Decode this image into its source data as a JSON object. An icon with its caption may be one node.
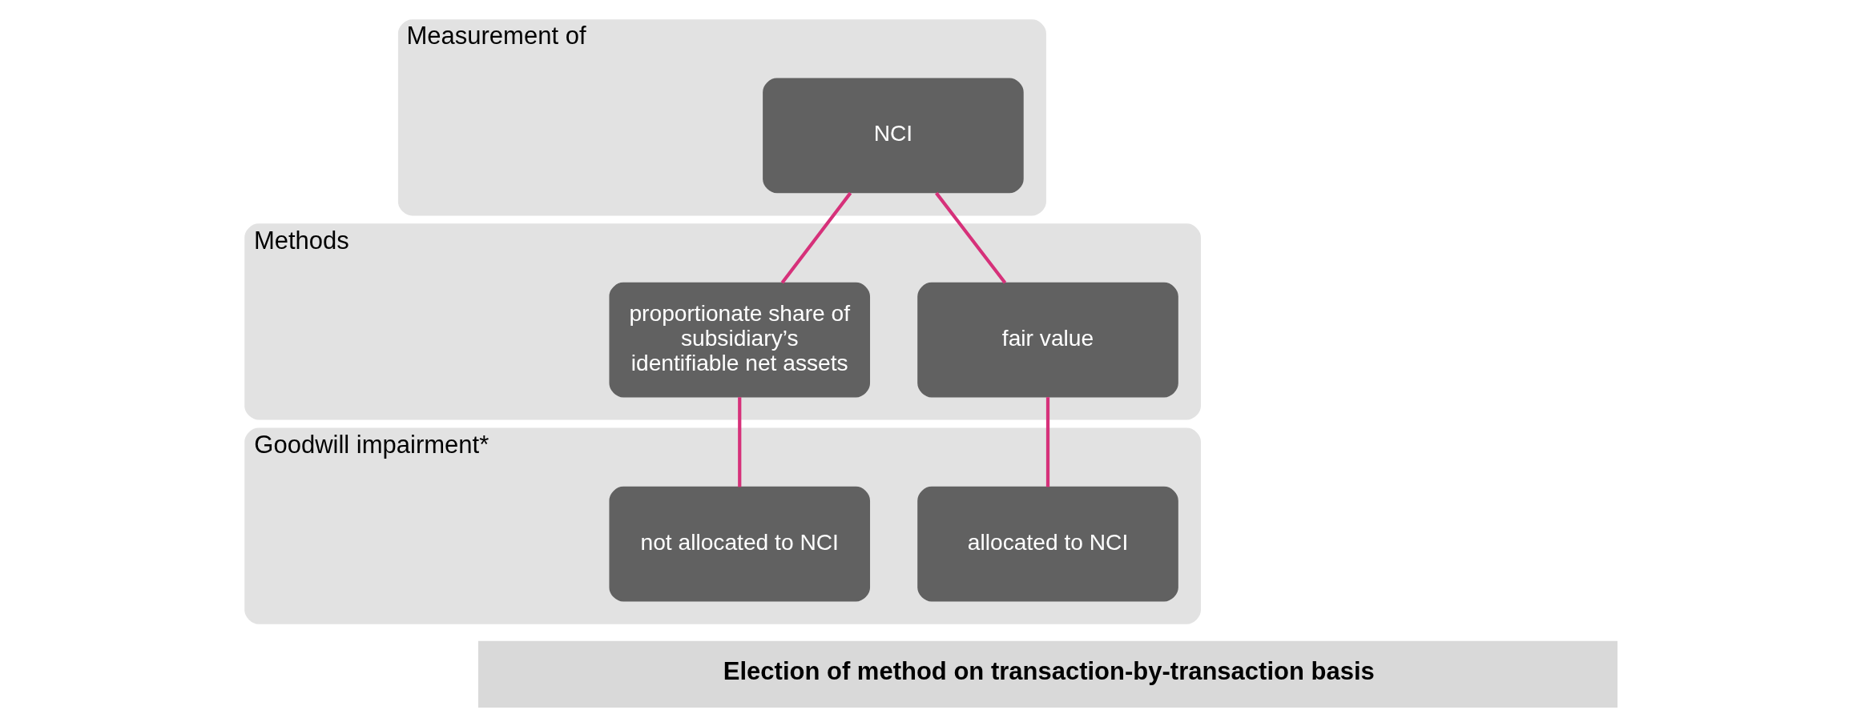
{
  "diagram": {
    "nodes": [
      {
        "text": [
          "Measurement of"
        ]
      },
      {
        "text": [
          "NCI"
        ],
        "in": 0
      },
      {
        "text": [
          "Methods"
        ]
      },
      {
        "text": [
          "proportionate share of subsidiary’s identifiable net assets"
        ],
        "in": 2
      },
      {
        "text": [
          "fair value"
        ],
        "in": 2
      },
      {
        "text": [
          "Goodwill impairment*"
        ]
      },
      {
        "text": [
          "not allocated to NCI"
        ],
        "in": 5
      },
      {
        "text": [
          "allocated to NCI"
        ],
        "in": 5
      },
      {
        "text": [
          "Election of method on transaction-by-transaction basis"
        ]
      }
    ],
    "edges": [
      {
        "from": 1,
        "to": 3,
        "arrow": "none"
      },
      {
        "from": 1,
        "to": 4,
        "arrow": "none"
      },
      {
        "from": 3,
        "to": 6,
        "arrow": "none"
      },
      {
        "from": 4,
        "to": 7,
        "arrow": "none"
      }
    ]
  }
}
